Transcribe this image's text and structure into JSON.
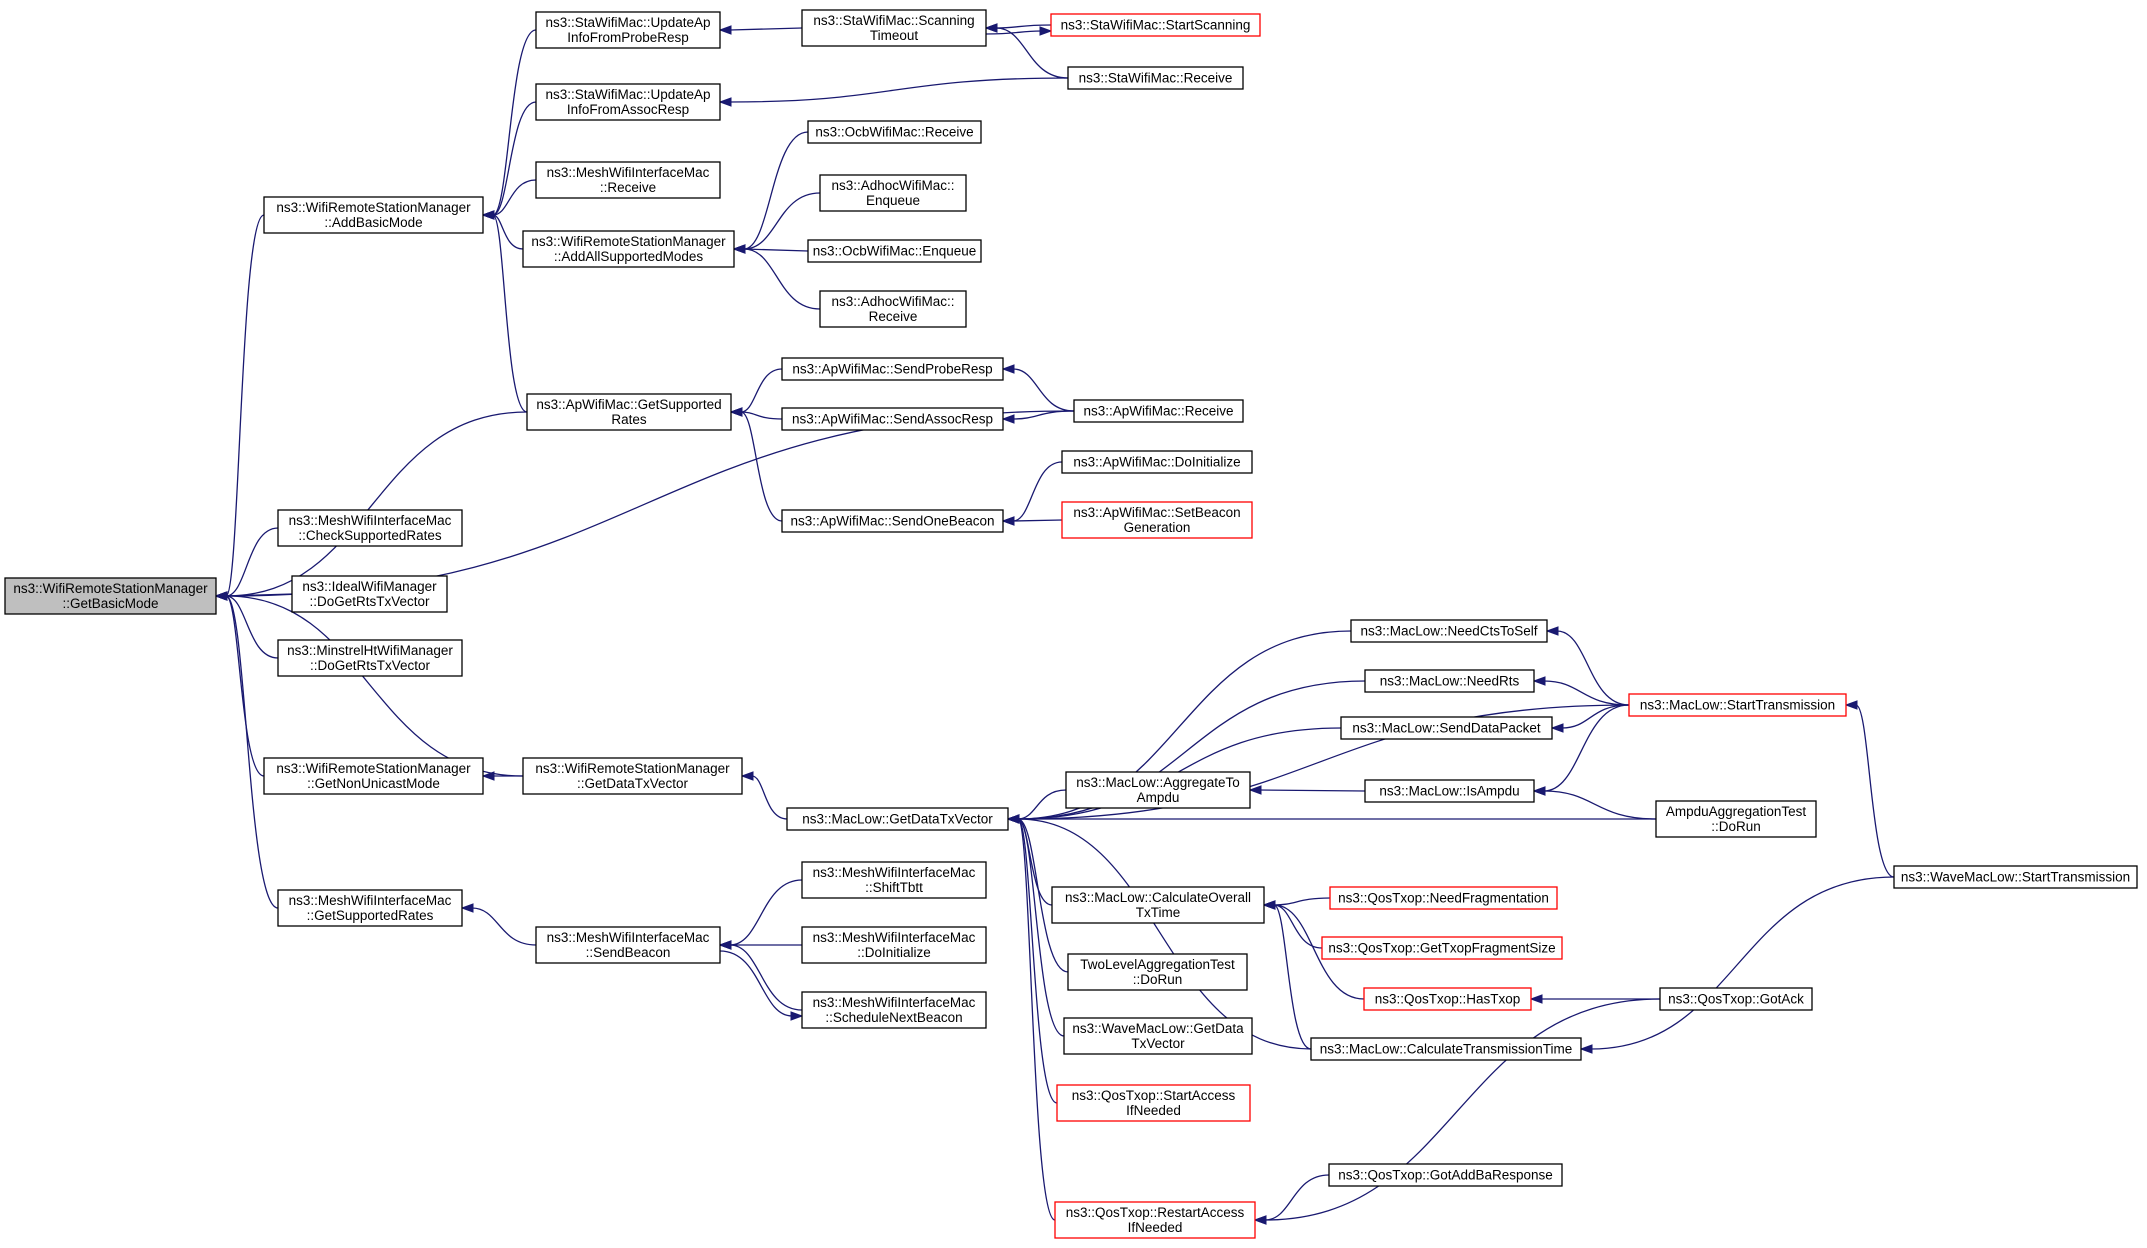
{
  "graph": {
    "nodes": [
      {
        "id": "n0",
        "lines": [
          "ns3::WifiRemoteStationManager",
          "::GetBasicMode"
        ],
        "kind": "current"
      },
      {
        "id": "n1",
        "lines": [
          "ns3::WifiRemoteStationManager",
          "::AddBasicMode"
        ],
        "kind": "normal"
      },
      {
        "id": "n2",
        "lines": [
          "ns3::ApWifiMac::GetSupported",
          "Rates"
        ],
        "kind": "normal"
      },
      {
        "id": "n3",
        "lines": [
          "ns3::MeshWifiInterfaceMac",
          "::CheckSupportedRates"
        ],
        "kind": "normal"
      },
      {
        "id": "n4",
        "lines": [
          "ns3::IdealWifiManager",
          "::DoGetRtsTxVector"
        ],
        "kind": "normal"
      },
      {
        "id": "n5",
        "lines": [
          "ns3::MinstrelHtWifiManager",
          "::DoGetRtsTxVector"
        ],
        "kind": "normal"
      },
      {
        "id": "n6",
        "lines": [
          "ns3::WifiRemoteStationManager",
          "::GetNonUnicastMode"
        ],
        "kind": "normal"
      },
      {
        "id": "n7",
        "lines": [
          "ns3::WifiRemoteStationManager",
          "::GetDataTxVector"
        ],
        "kind": "normal"
      },
      {
        "id": "n8",
        "lines": [
          "ns3::MeshWifiInterfaceMac",
          "::GetSupportedRates"
        ],
        "kind": "normal"
      },
      {
        "id": "n9",
        "lines": [
          "ns3::StaWifiMac::UpdateAp",
          "InfoFromProbeResp"
        ],
        "kind": "normal"
      },
      {
        "id": "n10",
        "lines": [
          "ns3::StaWifiMac::UpdateAp",
          "InfoFromAssocResp"
        ],
        "kind": "normal"
      },
      {
        "id": "n11",
        "lines": [
          "ns3::MeshWifiInterfaceMac",
          "::Receive"
        ],
        "kind": "normal"
      },
      {
        "id": "n12",
        "lines": [
          "ns3::WifiRemoteStationManager",
          "::AddAllSupportedModes"
        ],
        "kind": "normal"
      },
      {
        "id": "n13",
        "lines": [
          "ns3::StaWifiMac::Scanning",
          "Timeout"
        ],
        "kind": "normal"
      },
      {
        "id": "n14",
        "lines": [
          "ns3::StaWifiMac::StartScanning"
        ],
        "kind": "truncated"
      },
      {
        "id": "n15",
        "lines": [
          "ns3::StaWifiMac::Receive"
        ],
        "kind": "normal"
      },
      {
        "id": "n16",
        "lines": [
          "ns3::OcbWifiMac::Receive"
        ],
        "kind": "normal"
      },
      {
        "id": "n17",
        "lines": [
          "ns3::AdhocWifiMac::",
          "Enqueue"
        ],
        "kind": "normal"
      },
      {
        "id": "n18",
        "lines": [
          "ns3::OcbWifiMac::Enqueue"
        ],
        "kind": "normal"
      },
      {
        "id": "n19",
        "lines": [
          "ns3::AdhocWifiMac::",
          "Receive"
        ],
        "kind": "normal"
      },
      {
        "id": "n20",
        "lines": [
          "ns3::ApWifiMac::SendProbeResp"
        ],
        "kind": "normal"
      },
      {
        "id": "n21",
        "lines": [
          "ns3::ApWifiMac::SendAssocResp"
        ],
        "kind": "normal"
      },
      {
        "id": "n22",
        "lines": [
          "ns3::ApWifiMac::SendOneBeacon"
        ],
        "kind": "normal"
      },
      {
        "id": "n23",
        "lines": [
          "ns3::ApWifiMac::Receive"
        ],
        "kind": "normal"
      },
      {
        "id": "n24",
        "lines": [
          "ns3::ApWifiMac::DoInitialize"
        ],
        "kind": "normal"
      },
      {
        "id": "n25",
        "lines": [
          "ns3::ApWifiMac::SetBeacon",
          "Generation"
        ],
        "kind": "truncated"
      },
      {
        "id": "n26",
        "lines": [
          "ns3::MacLow::GetDataTxVector"
        ],
        "kind": "normal"
      },
      {
        "id": "n27",
        "lines": [
          "ns3::MeshWifiInterfaceMac",
          "::SendBeacon"
        ],
        "kind": "normal"
      },
      {
        "id": "n28",
        "lines": [
          "ns3::MeshWifiInterfaceMac",
          "::ShiftTbtt"
        ],
        "kind": "normal"
      },
      {
        "id": "n29",
        "lines": [
          "ns3::MeshWifiInterfaceMac",
          "::DoInitialize"
        ],
        "kind": "normal"
      },
      {
        "id": "n30",
        "lines": [
          "ns3::MeshWifiInterfaceMac",
          "::ScheduleNextBeacon"
        ],
        "kind": "normal"
      },
      {
        "id": "n31",
        "lines": [
          "ns3::MacLow::NeedCtsToSelf"
        ],
        "kind": "normal"
      },
      {
        "id": "n32",
        "lines": [
          "ns3::MacLow::NeedRts"
        ],
        "kind": "normal"
      },
      {
        "id": "n33",
        "lines": [
          "ns3::MacLow::SendDataPacket"
        ],
        "kind": "normal"
      },
      {
        "id": "n34",
        "lines": [
          "ns3::MacLow::AggregateTo",
          "Ampdu"
        ],
        "kind": "normal"
      },
      {
        "id": "n35",
        "lines": [
          "ns3::MacLow::IsAmpdu"
        ],
        "kind": "normal"
      },
      {
        "id": "n36",
        "lines": [
          "ns3::MacLow::StartTransmission"
        ],
        "kind": "truncated"
      },
      {
        "id": "n37",
        "lines": [
          "AmpduAggregationTest",
          "::DoRun"
        ],
        "kind": "normal"
      },
      {
        "id": "n38",
        "lines": [
          "ns3::MacLow::CalculateOverall",
          "TxTime"
        ],
        "kind": "normal"
      },
      {
        "id": "n39",
        "lines": [
          "TwoLevelAggregationTest",
          "::DoRun"
        ],
        "kind": "normal"
      },
      {
        "id": "n40",
        "lines": [
          "ns3::WaveMacLow::GetData",
          "TxVector"
        ],
        "kind": "normal"
      },
      {
        "id": "n41",
        "lines": [
          "ns3::QosTxop::StartAccess",
          "IfNeeded"
        ],
        "kind": "truncated"
      },
      {
        "id": "n42",
        "lines": [
          "ns3::QosTxop::RestartAccess",
          "IfNeeded"
        ],
        "kind": "truncated"
      },
      {
        "id": "n43",
        "lines": [
          "ns3::QosTxop::NeedFragmentation"
        ],
        "kind": "truncated"
      },
      {
        "id": "n44",
        "lines": [
          "ns3::QosTxop::GetTxopFragmentSize"
        ],
        "kind": "truncated"
      },
      {
        "id": "n45",
        "lines": [
          "ns3::QosTxop::HasTxop"
        ],
        "kind": "truncated"
      },
      {
        "id": "n46",
        "lines": [
          "ns3::MacLow::CalculateTransmissionTime"
        ],
        "kind": "normal"
      },
      {
        "id": "n47",
        "lines": [
          "ns3::QosTxop::GotAck"
        ],
        "kind": "normal"
      },
      {
        "id": "n48",
        "lines": [
          "ns3::QosTxop::GotAddBaResponse"
        ],
        "kind": "normal"
      },
      {
        "id": "n49",
        "lines": [
          "ns3::WaveMacLow::StartTransmission"
        ],
        "kind": "normal"
      }
    ],
    "edges": [
      [
        "n0",
        "n1"
      ],
      [
        "n0",
        "n2"
      ],
      [
        "n0",
        "n3"
      ],
      [
        "n0",
        "n4"
      ],
      [
        "n0",
        "n5"
      ],
      [
        "n0",
        "n6"
      ],
      [
        "n0",
        "n7"
      ],
      [
        "n0",
        "n8"
      ],
      [
        "n0",
        "n23"
      ],
      [
        "n1",
        "n9"
      ],
      [
        "n1",
        "n10"
      ],
      [
        "n1",
        "n11"
      ],
      [
        "n1",
        "n12"
      ],
      [
        "n1",
        "n2"
      ],
      [
        "n9",
        "n13"
      ],
      [
        "n13",
        "n14"
      ],
      [
        "n14",
        "n13"
      ],
      [
        "n13",
        "n15"
      ],
      [
        "n10",
        "n15"
      ],
      [
        "n12",
        "n16"
      ],
      [
        "n12",
        "n17"
      ],
      [
        "n12",
        "n18"
      ],
      [
        "n12",
        "n19"
      ],
      [
        "n2",
        "n20"
      ],
      [
        "n2",
        "n21"
      ],
      [
        "n2",
        "n22"
      ],
      [
        "n20",
        "n23"
      ],
      [
        "n21",
        "n23"
      ],
      [
        "n22",
        "n24"
      ],
      [
        "n22",
        "n25"
      ],
      [
        "n6",
        "n7"
      ],
      [
        "n7",
        "n26"
      ],
      [
        "n8",
        "n27"
      ],
      [
        "n27",
        "n28"
      ],
      [
        "n27",
        "n29"
      ],
      [
        "n27",
        "n30"
      ],
      [
        "n30",
        "n27"
      ],
      [
        "n26",
        "n31"
      ],
      [
        "n26",
        "n32"
      ],
      [
        "n26",
        "n33"
      ],
      [
        "n26",
        "n34"
      ],
      [
        "n26",
        "n36"
      ],
      [
        "n26",
        "n37"
      ],
      [
        "n26",
        "n38"
      ],
      [
        "n26",
        "n39"
      ],
      [
        "n26",
        "n40"
      ],
      [
        "n26",
        "n41"
      ],
      [
        "n26",
        "n42"
      ],
      [
        "n26",
        "n46"
      ],
      [
        "n31",
        "n36"
      ],
      [
        "n32",
        "n36"
      ],
      [
        "n33",
        "n36"
      ],
      [
        "n34",
        "n35"
      ],
      [
        "n35",
        "n36"
      ],
      [
        "n35",
        "n37"
      ],
      [
        "n38",
        "n43"
      ],
      [
        "n38",
        "n44"
      ],
      [
        "n38",
        "n45"
      ],
      [
        "n38",
        "n46"
      ],
      [
        "n45",
        "n47"
      ],
      [
        "n46",
        "n49"
      ],
      [
        "n36",
        "n49"
      ],
      [
        "n42",
        "n48"
      ],
      [
        "n42",
        "n47"
      ]
    ]
  }
}
